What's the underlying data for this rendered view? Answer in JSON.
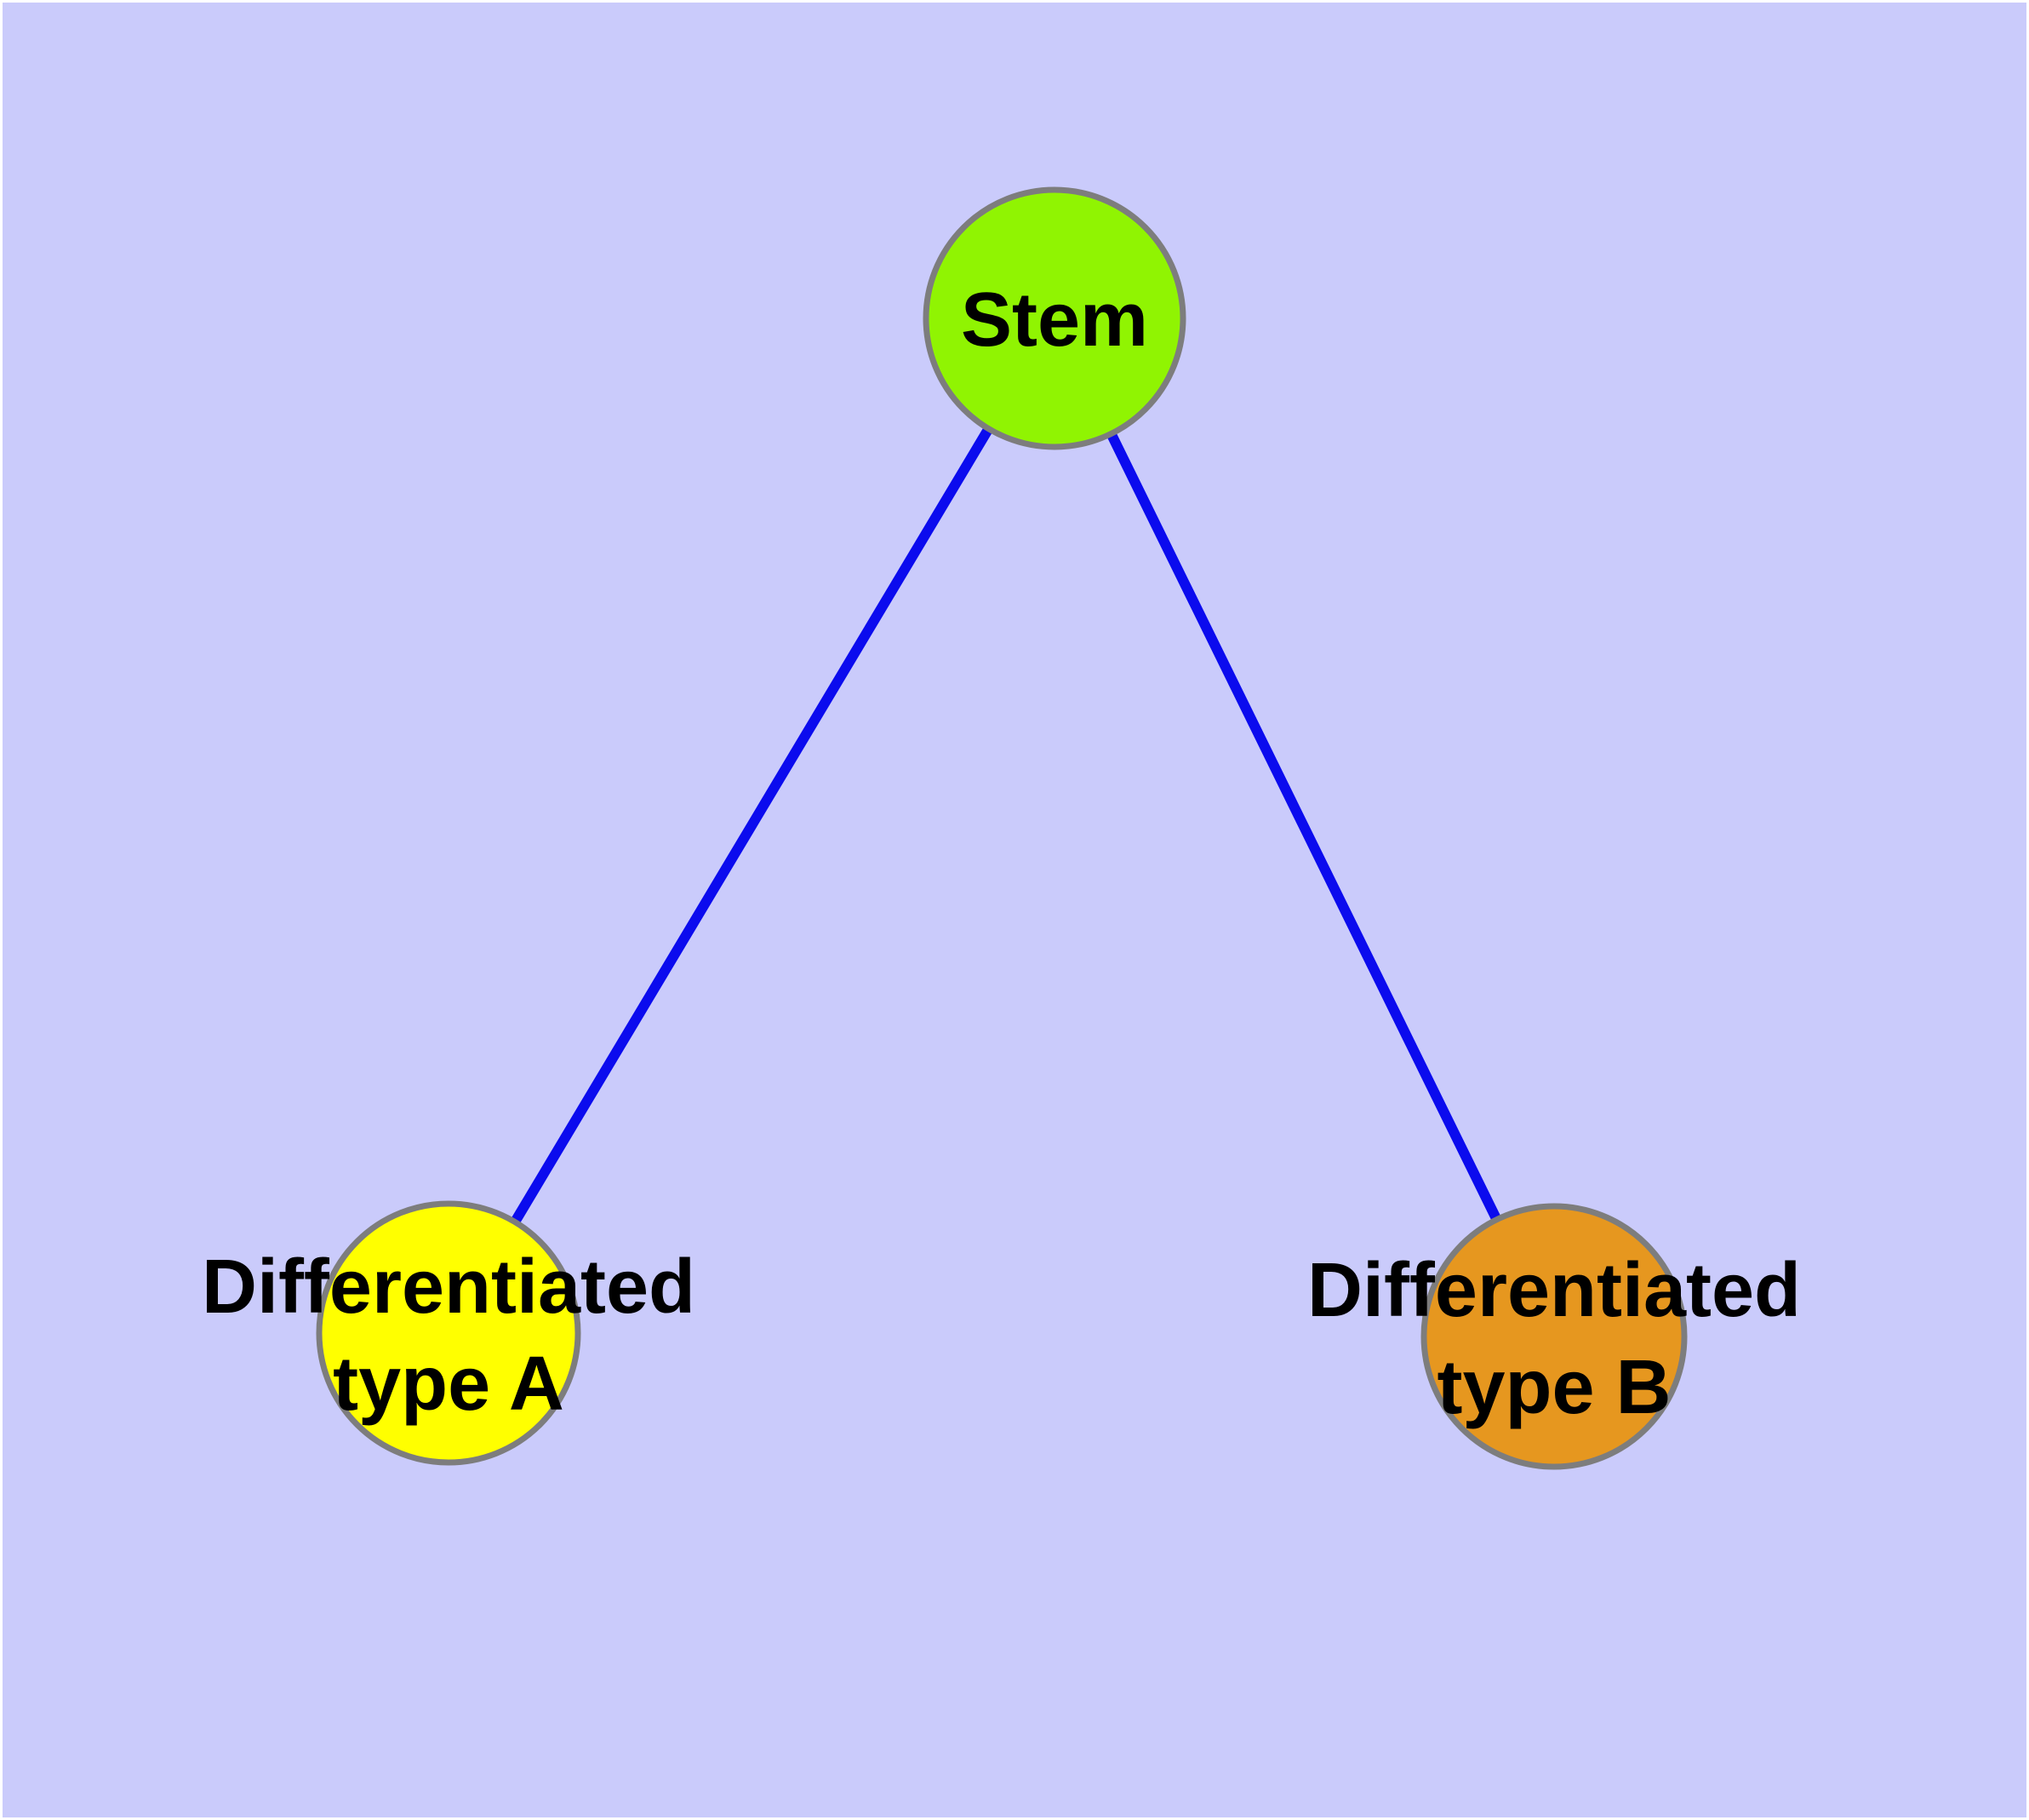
{
  "diagram": {
    "type": "node-edge-graph",
    "page_color": "#FFFFFF",
    "background_color": "#CACBFB",
    "edge_color": "#0B0BEE",
    "node_border_color": "#7D7D7D",
    "label_color": "#000000",
    "nodes": {
      "stem": {
        "label": "Stem",
        "fill_color": "#90F402"
      },
      "type_a": {
        "label_line1": "Differentiated",
        "label_line2": "type A",
        "full_label": "Differentiated type A",
        "fill_color": "#FFFF00"
      },
      "type_b": {
        "label_line1": "Differentiated",
        "label_line2": "type B",
        "full_label": "Differentiated type B",
        "fill_color": "#E6971F"
      }
    },
    "edges": [
      {
        "from": "Stem",
        "to": "Differentiated type A"
      },
      {
        "from": "Stem",
        "to": "Differentiated type B"
      }
    ]
  }
}
